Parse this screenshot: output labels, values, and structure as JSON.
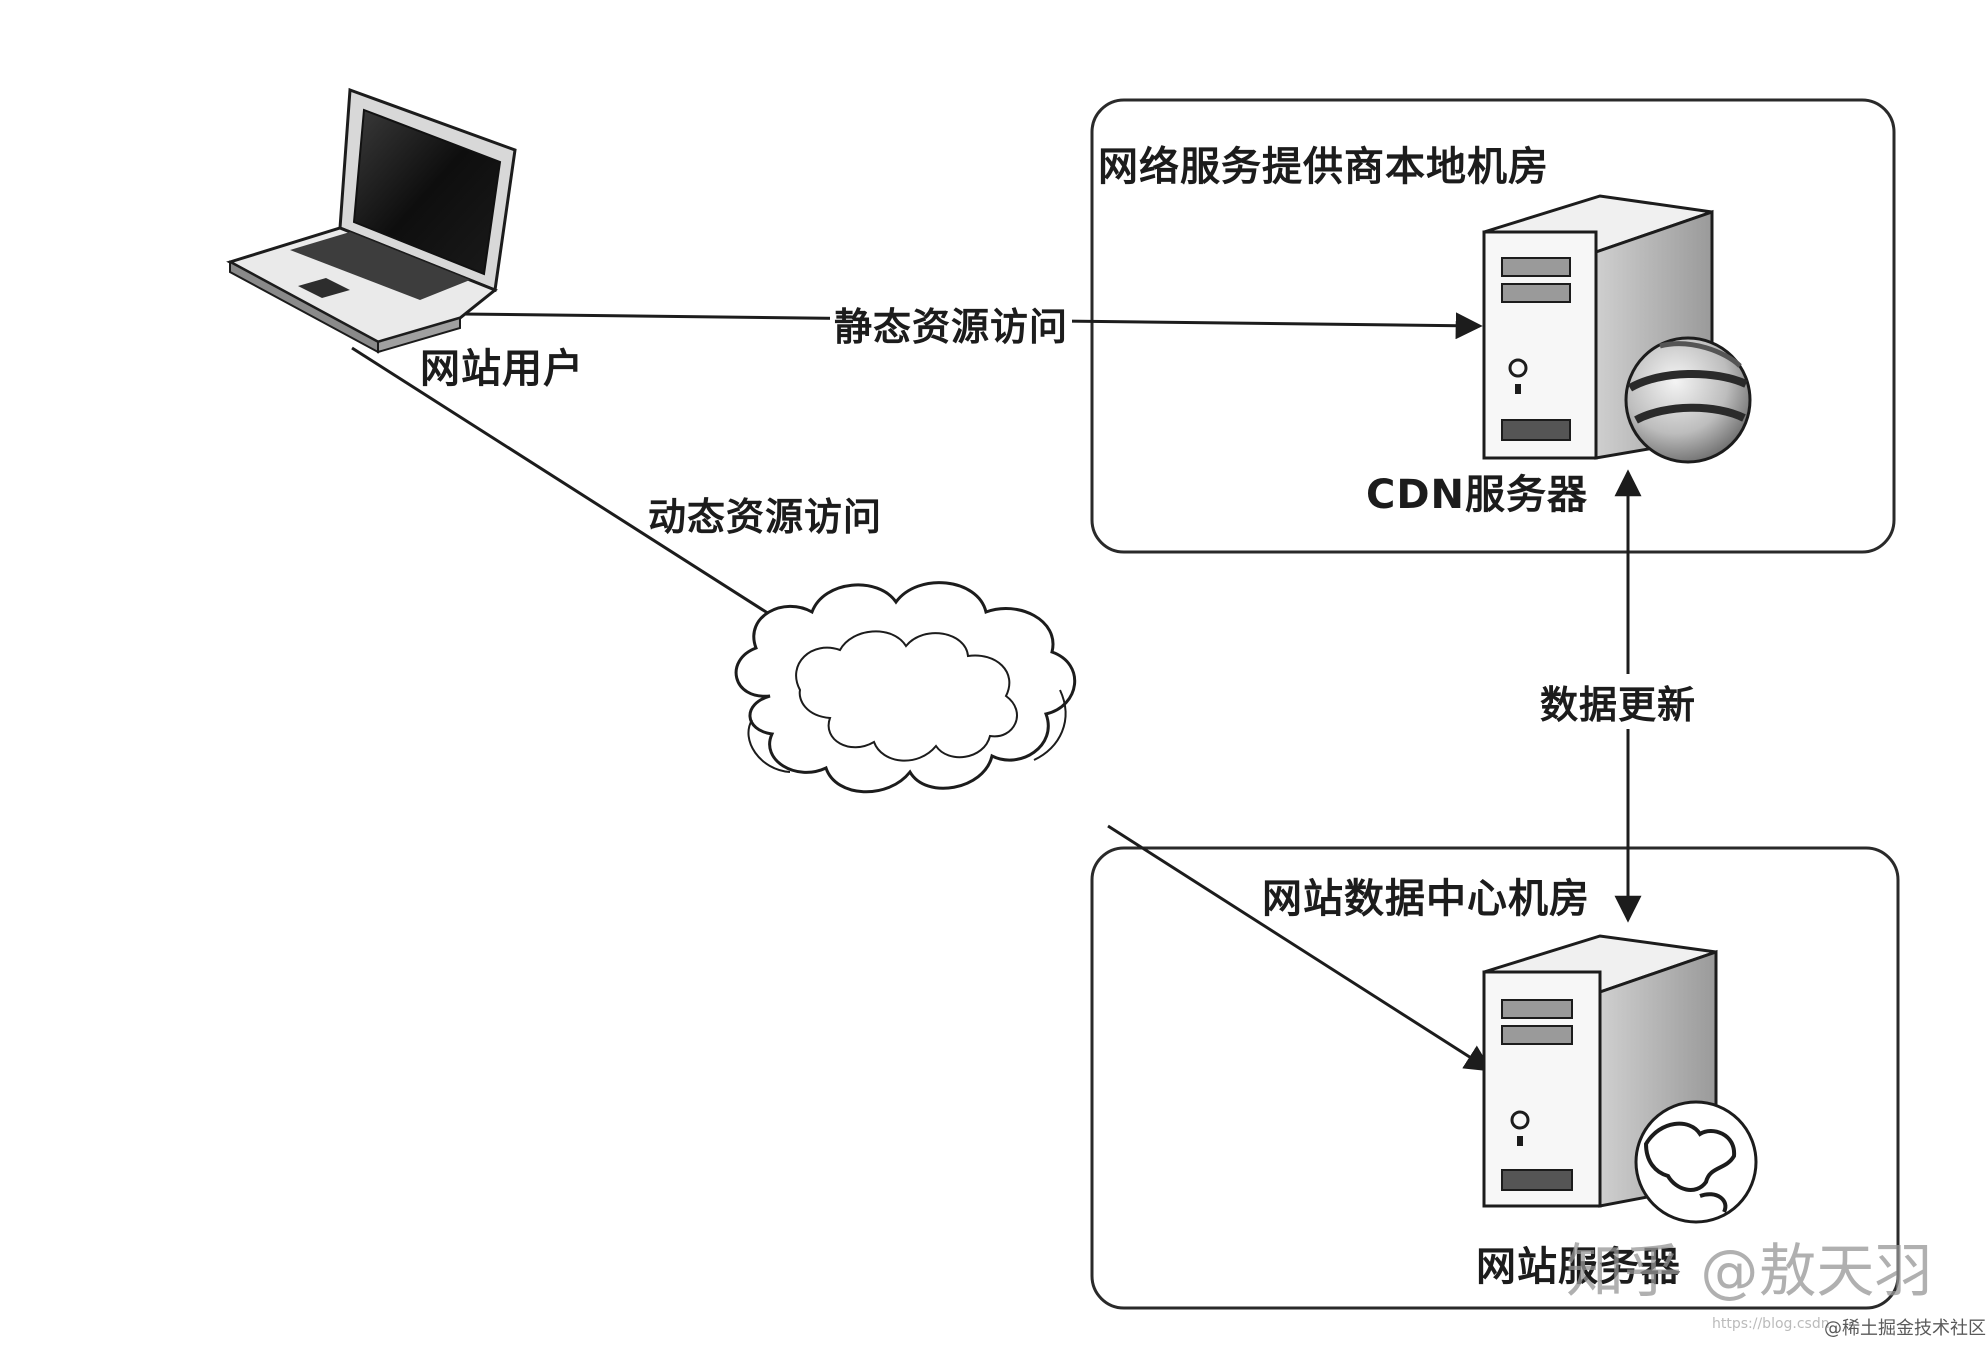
{
  "diagram": {
    "isp_room_label": "网络服务提供商本地机房",
    "cdn_server_label": "CDN服务器",
    "static_access_label": "静态资源访问",
    "user_label": "网站用户",
    "dynamic_access_label": "动态资源访问",
    "data_update_label": "数据更新",
    "datacenter_room_label": "网站数据中心机房",
    "web_server_label": "网站服务器"
  },
  "watermark": {
    "zhihu_text": "知乎 @敖天羽",
    "juejin_text": "@稀土掘金技术社区",
    "url_fragment": "https://blog.csdn"
  },
  "icons": {
    "laptop": "laptop-icon",
    "server": "server-icon",
    "globe": "globe-icon",
    "cloud": "cloud-icon"
  }
}
